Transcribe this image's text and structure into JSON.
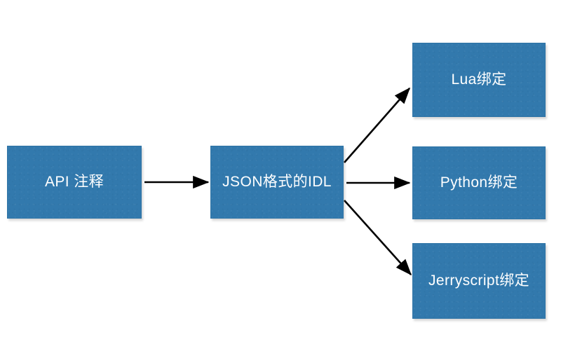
{
  "diagram": {
    "type": "flowchart",
    "background_color": "#ffffff",
    "node_fill_color": "#3279ad",
    "node_text_color": "#ffffff",
    "edge_color": "#000000",
    "nodes": [
      {
        "id": "api",
        "label": "API 注释"
      },
      {
        "id": "idl",
        "label": "JSON格式的IDL"
      },
      {
        "id": "lua",
        "label": "Lua绑定"
      },
      {
        "id": "python",
        "label": "Python绑定"
      },
      {
        "id": "jerryscript",
        "label": "Jerryscript绑定"
      }
    ],
    "edges": [
      {
        "id": "api-to-idl",
        "from": "api",
        "to": "idl",
        "style": "straight-arrow",
        "direction": "right"
      },
      {
        "id": "idl-to-lua",
        "from": "idl",
        "to": "lua",
        "style": "straight-arrow",
        "direction": "up-right"
      },
      {
        "id": "idl-to-python",
        "from": "idl",
        "to": "python",
        "style": "straight-arrow",
        "direction": "right"
      },
      {
        "id": "idl-to-jerryscript",
        "from": "idl",
        "to": "jerryscript",
        "style": "straight-arrow",
        "direction": "down-right"
      }
    ]
  }
}
